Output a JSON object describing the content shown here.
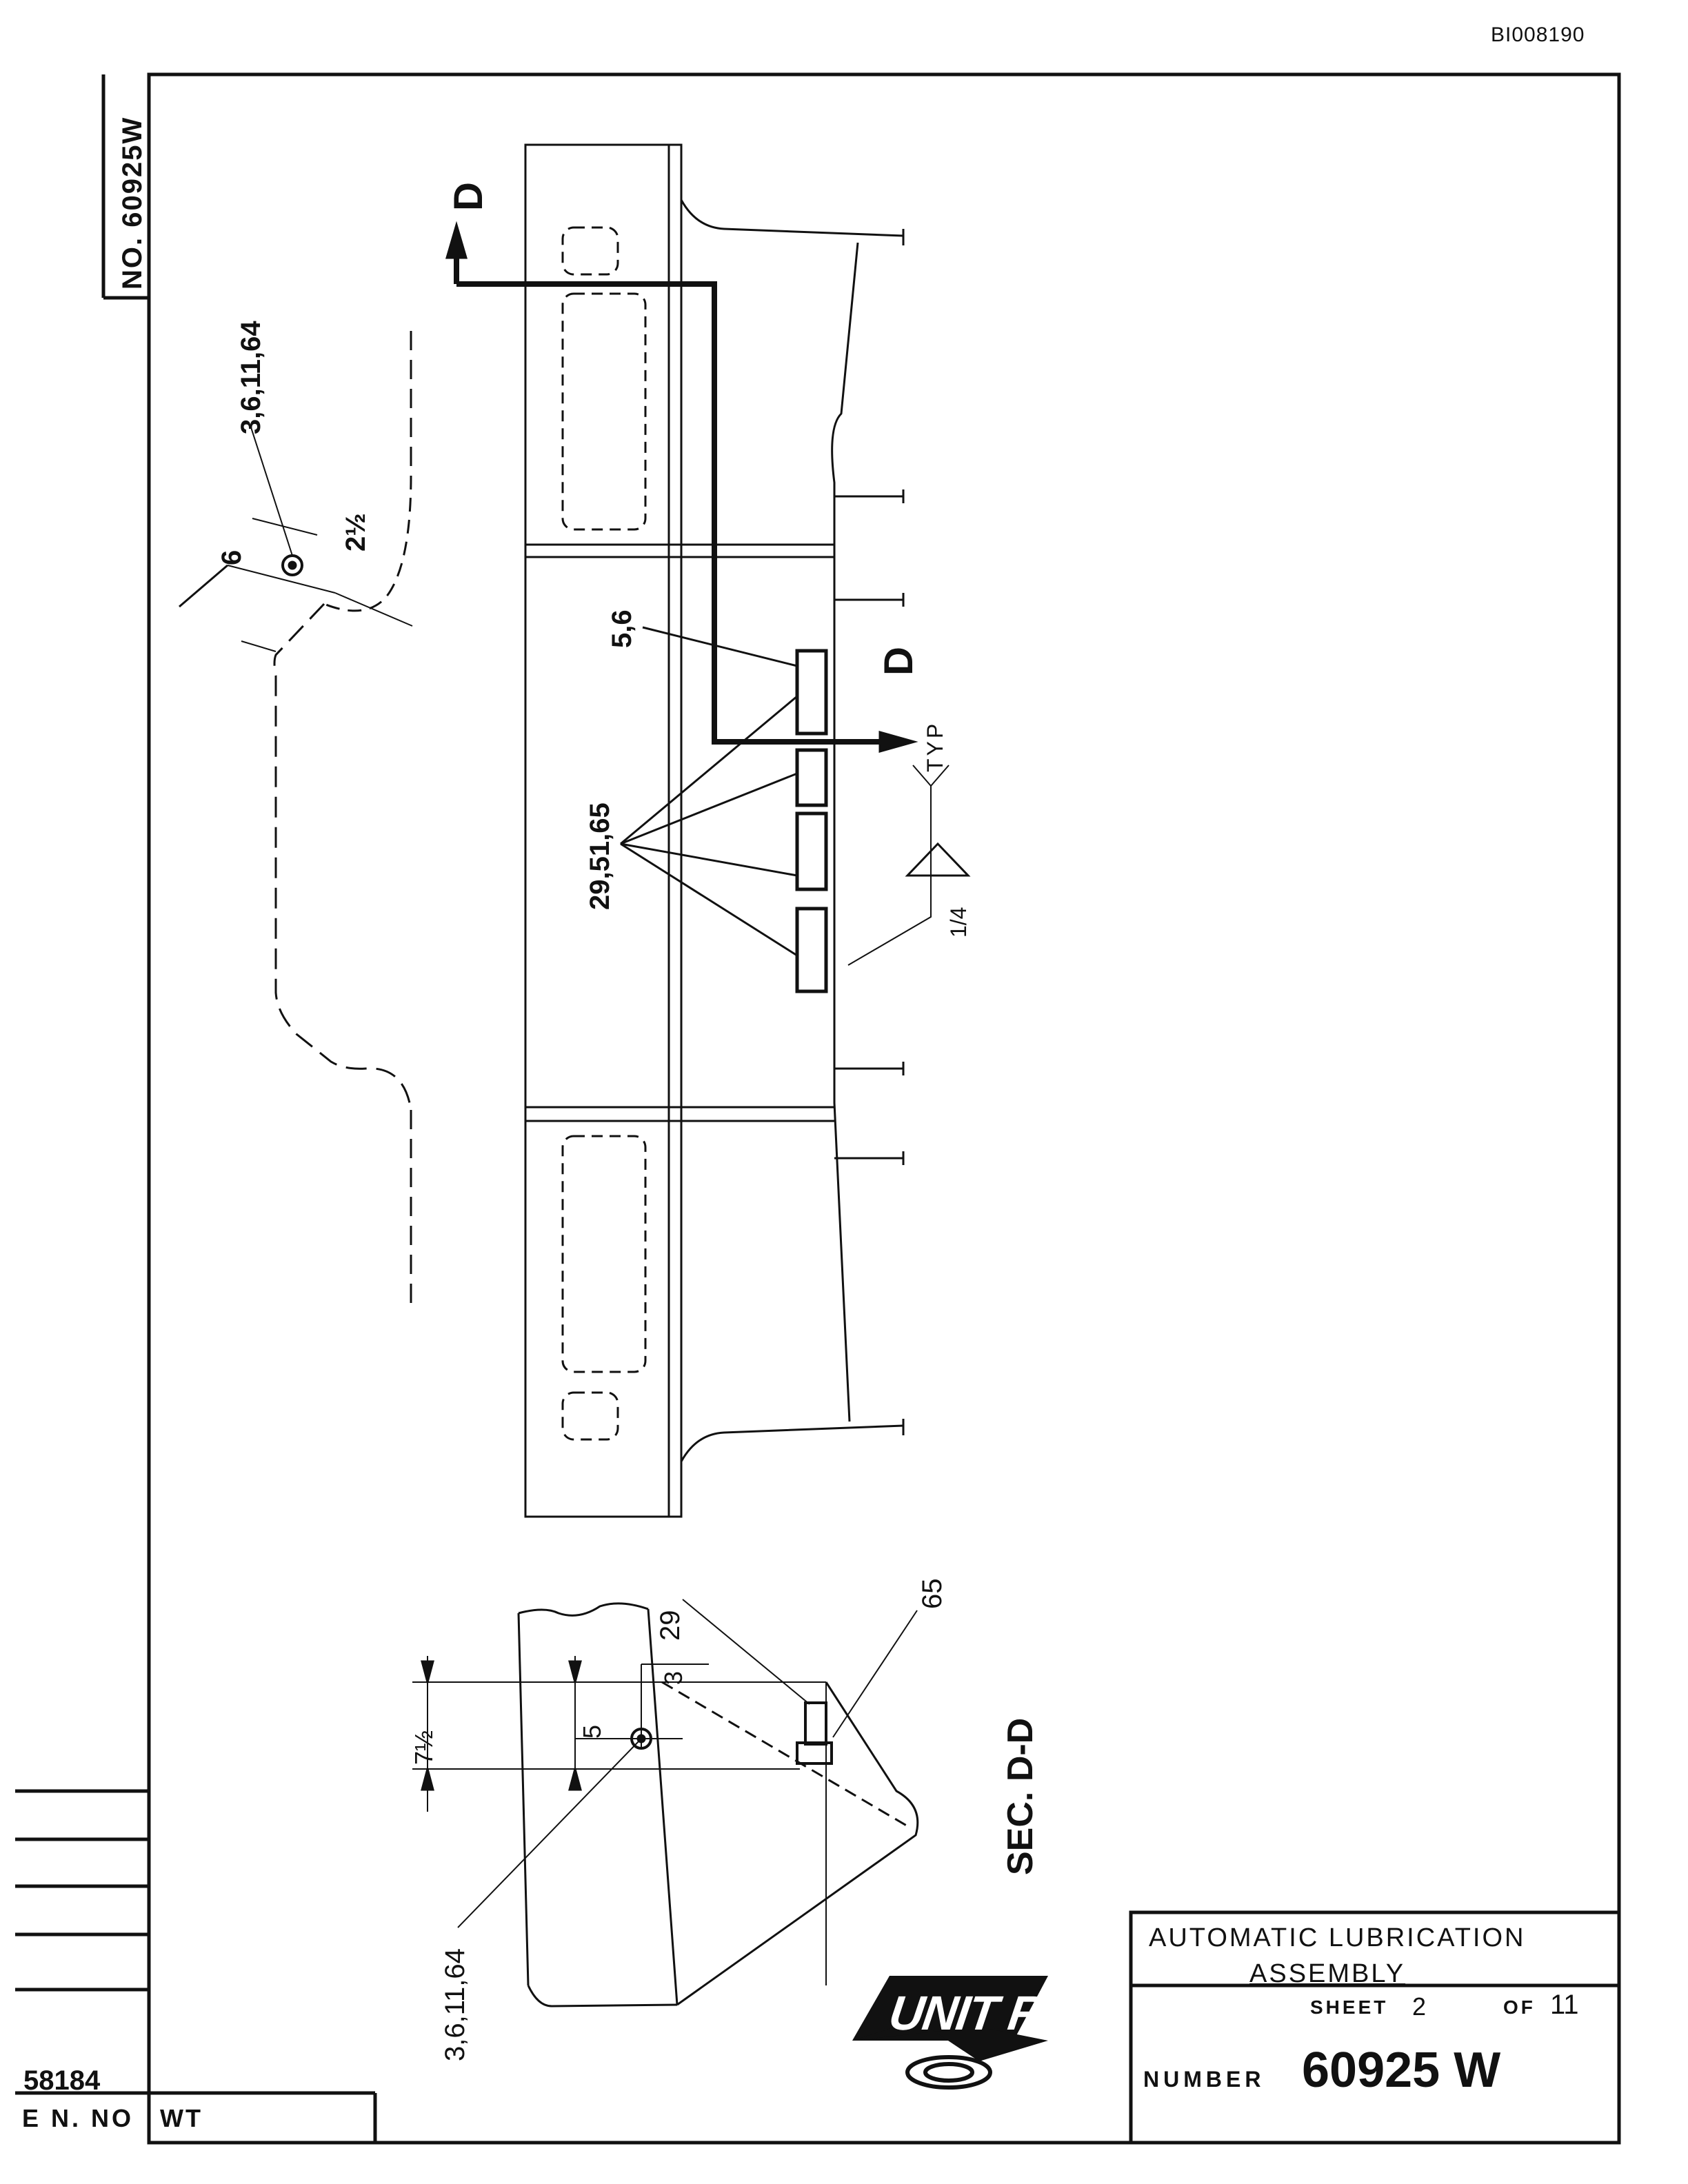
{
  "document_id": "BI008190",
  "drawing_number_side": "NO. 60925W",
  "labels": {
    "detail_callout": "3,6,11,64",
    "dim_6": "6",
    "dim_2_half": "2½",
    "section_marker": "D",
    "callout_5_6": "5,6",
    "callout_29_51_65": "29,51,65",
    "typ": "TYP",
    "weld_size": "1/4",
    "sec_callout_29": "29",
    "sec_callout_65": "65",
    "sec_dim_3": "3",
    "sec_dim_5": "5",
    "sec_dim_7_half": "7½",
    "sec_callout_3_6_11_64": "3,6,11,64",
    "section_title": "SEC. D-D"
  },
  "title_block": {
    "title_line1": "AUTOMATIC LUBRICATION",
    "title_line2": "ASSEMBLY",
    "sheet_label": "SHEET",
    "sheet_number": "2",
    "of_label": "OF",
    "sheet_total": "11",
    "number_label": "NUMBER",
    "number_value": "60925 W"
  },
  "revision_block": {
    "en_number": "58184",
    "en_label": "E N. NO",
    "wt_label": "WT"
  },
  "logo": {
    "text": "UNIT RIG",
    "icon": "unit-rig-logo"
  }
}
